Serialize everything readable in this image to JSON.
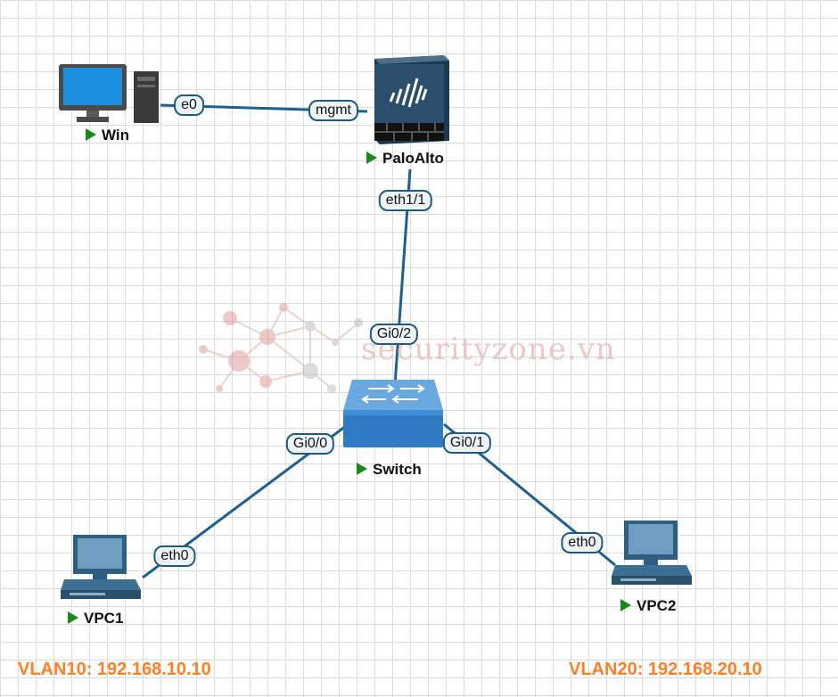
{
  "watermark": "securityzone.vn",
  "nodes": {
    "win": "Win",
    "paloalto": "PaloAlto",
    "switch": "Switch",
    "vpc1": "VPC1",
    "vpc2": "VPC2"
  },
  "ports": {
    "win_e0": "e0",
    "pa_mgmt": "mgmt",
    "pa_eth11": "eth1/1",
    "sw_gi02": "Gi0/2",
    "sw_gi00": "Gi0/0",
    "sw_gi01": "Gi0/1",
    "vpc1_eth0": "eth0",
    "vpc2_eth0": "eth0"
  },
  "vlans": {
    "vlan10": "VLAN10: 192.168.10.10",
    "vlan20": "VLAN20: 192.168.20.10"
  },
  "colors": {
    "link": "#1f5f8b",
    "vlan_text": "#ff7f27",
    "status_running": "#1a8a1a"
  },
  "icons": {
    "win": "desktop-computer-icon",
    "paloalto": "firewall-icon",
    "switch": "network-switch-icon",
    "vpc": "workstation-icon"
  }
}
